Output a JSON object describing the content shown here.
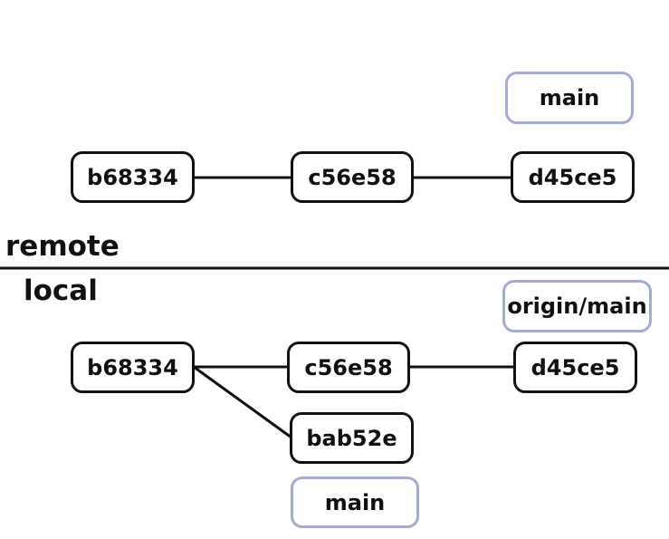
{
  "remote": {
    "label": "remote",
    "branch_label": "main",
    "commits": [
      "b68334",
      "c56e58",
      "d45ce5"
    ]
  },
  "local": {
    "label": "local",
    "tracking_label": "origin/main",
    "branch_label": "main",
    "commits": [
      "b68334",
      "c56e58",
      "d45ce5"
    ],
    "new_commit": "bab52e"
  },
  "colors": {
    "commit_border": "#111111",
    "ref_border": "#a3acd6",
    "divider": "#111111"
  }
}
